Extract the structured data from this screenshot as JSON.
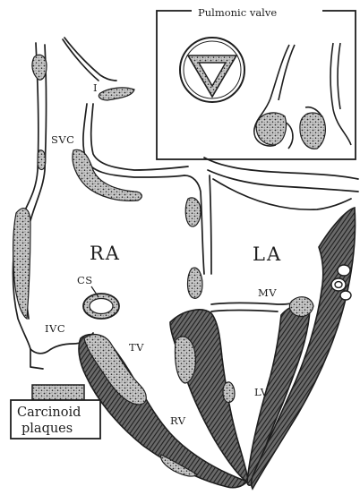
{
  "inset": {
    "title": "Pulmonic valve"
  },
  "chambers": {
    "ra": "RA",
    "la": "LA",
    "rv": "RV",
    "lv": "LV"
  },
  "structures": {
    "svc": "SVC",
    "ivc": "IVC",
    "cs": "CS",
    "tv": "TV",
    "mv": "MV",
    "i": "I"
  },
  "legend": {
    "line1": "Carcinoid",
    "line2": "plaques"
  },
  "colors": {
    "ink": "#1e1e1e",
    "muscle": "#555555",
    "plaque": "#bdbdbd",
    "paper": "#ffffff"
  }
}
